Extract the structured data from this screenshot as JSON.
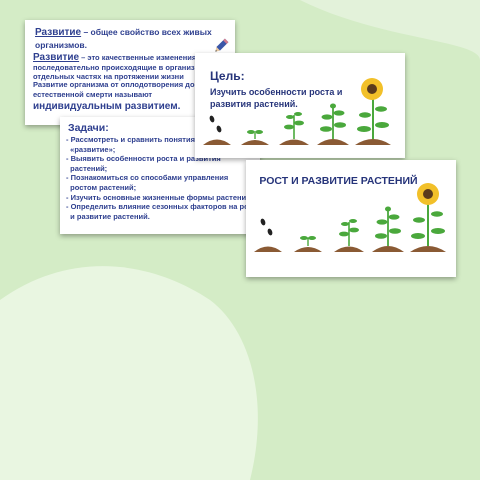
{
  "colors": {
    "background": "#d4ecc6",
    "wave": "#e9f6e1",
    "slide_text": "#2e3f8f",
    "soil": "#8a5a34",
    "leaf": "#4aa83c",
    "petal": "#f2c029"
  },
  "slide_development": {
    "line1_term": "Развитие",
    "line1_rest": " – общее свойство всех живых организмов.",
    "line2_term": "Развитие",
    "line2_rest": " – это качественные изменения, последовательно происходящие в организме и его отдельных частях на протяжении жизни",
    "line3": "Развитие организма от оплодотворения до естественной смерти называют",
    "line4": "индивидуальным развитием."
  },
  "slide_tasks": {
    "heading": "Задачи:",
    "items": [
      "- Рассмотреть и сравнить понятия «рост» и",
      "  «развитие»;",
      "- Выявить особенности роста и развития",
      "  растений;",
      "- Познакомиться со способами управления",
      "  ростом растений;",
      "- Изучить основные жизненные формы растений;",
      "- Определить влияние сезонных факторов на рост",
      "  и развитие растений."
    ]
  },
  "slide_goal": {
    "title": "Цель:",
    "text": "Изучить особенности роста и развития растений."
  },
  "slide_growth": {
    "title": "РОСТ И РАЗВИТИЕ РАСТЕНИЙ"
  },
  "icons": {
    "pencil": "pencil-icon",
    "seed": "seed-icon",
    "sprout": "sprout-icon",
    "sunflower": "sunflower-icon"
  }
}
